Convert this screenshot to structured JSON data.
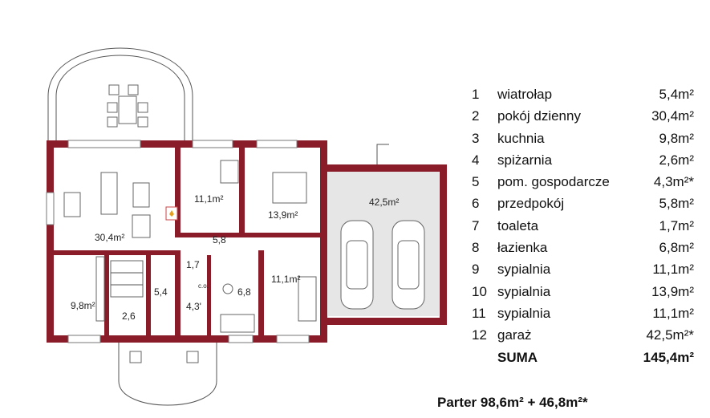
{
  "plan": {
    "rooms": [
      {
        "id": "pokoj-dzienny-area",
        "label": "30,4m²"
      },
      {
        "id": "sypialnia-10-area",
        "label": "11,1m²"
      },
      {
        "id": "sypialnia-9-area",
        "label": "13,9m²"
      },
      {
        "id": "garaz-area",
        "label": "42,5m²"
      },
      {
        "id": "przedpokoj-area",
        "label": "5,8"
      },
      {
        "id": "toaleta-area",
        "label": "1,7"
      },
      {
        "id": "co-label",
        "label": "c.o."
      },
      {
        "id": "lazienka-area",
        "label": "6,8"
      },
      {
        "id": "pom-gosp-area",
        "label": "4,3'"
      },
      {
        "id": "sypialnia-11-area",
        "label": "11,1m²"
      },
      {
        "id": "kuchnia-area",
        "label": "9,8m²"
      },
      {
        "id": "spizarnia-area",
        "label": "2,6"
      },
      {
        "id": "wiatrolap-area",
        "label": "5,4"
      }
    ]
  },
  "legend": {
    "items": [
      {
        "num": "1",
        "name": "wiatrołap",
        "area": "5,4m²"
      },
      {
        "num": "2",
        "name": "pokój dzienny",
        "area": "30,4m²"
      },
      {
        "num": "3",
        "name": "kuchnia",
        "area": "9,8m²"
      },
      {
        "num": "4",
        "name": "spiżarnia",
        "area": "2,6m²"
      },
      {
        "num": "5",
        "name": "pom. gospodarcze",
        "area": "4,3m²*"
      },
      {
        "num": "6",
        "name": "przedpokój",
        "area": "5,8m²"
      },
      {
        "num": "7",
        "name": "toaleta",
        "area": "1,7m²"
      },
      {
        "num": "8",
        "name": "łazienka",
        "area": "6,8m²"
      },
      {
        "num": "9",
        "name": "sypialnia",
        "area": "11,1m²"
      },
      {
        "num": "10",
        "name": "sypialnia",
        "area": "13,9m²"
      },
      {
        "num": "11",
        "name": "sypialnia",
        "area": "11,1m²"
      },
      {
        "num": "12",
        "name": "garaż",
        "area": "42,5m²*"
      }
    ],
    "sum_label": "SUMA",
    "sum_area": "145,4m²"
  },
  "footer": {
    "text": "Parter  98,6m² + 46,8m²*"
  }
}
